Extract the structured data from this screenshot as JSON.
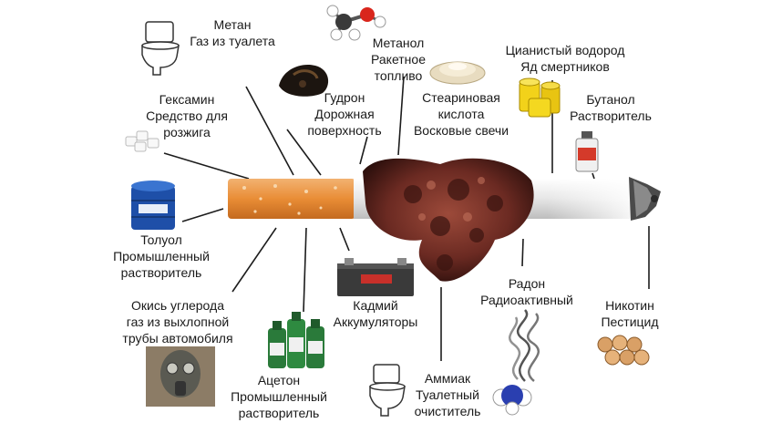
{
  "colors": {
    "line": "#1c1c1c",
    "filter": "#e9903a",
    "paper": "#f4f4f4",
    "lung": "#6b2a22"
  },
  "labels": {
    "methane": [
      "Метан",
      "Газ из туалета"
    ],
    "methanol": [
      "Метанол",
      "Ракетное",
      "топливо"
    ],
    "hcn": [
      "Цианистый водород",
      "Яд смертников"
    ],
    "hexamine": [
      "Гексамин",
      "Средство для",
      "розжига"
    ],
    "tar": [
      "Гудрон",
      "Дорожная",
      "поверхность"
    ],
    "stearic": [
      "Стеариновая",
      "кислота",
      "Восковые свечи"
    ],
    "butanol": [
      "Бутанол",
      "Растворитель"
    ],
    "toluene": [
      "Толуол",
      "Промышленный",
      "растворитель"
    ],
    "cadmium": [
      "Кадмий",
      "Аккумуляторы"
    ],
    "radon": [
      "Радон",
      "Радиоактивный"
    ],
    "nicotine": [
      "Никотин",
      "Пестицид"
    ],
    "co": [
      "Окись углерода",
      "газ из выхлопной",
      "трубы автомобиля"
    ],
    "acetone": [
      "Ацетон",
      "Промышленный",
      "растворитель"
    ],
    "ammonia": [
      "Аммиак",
      "Туалетный",
      "очиститель"
    ]
  },
  "icons": {
    "toilet_top": "toilet-icon",
    "methanol_molecule": "methanol-molecule-icon",
    "tar_lump": "tar-lump-icon",
    "stearic_powder": "stearic-powder-icon",
    "cyanide_cans": "cyanide-cans-icon",
    "butanol_bottle": "butanol-bottle-icon",
    "hexamine_tablets": "hexamine-tablets-icon",
    "toluene_drum": "toluene-drum-icon",
    "battery": "battery-icon",
    "acetone_bottles": "acetone-bottles-icon",
    "gas_mask": "gas-mask-icon",
    "toilet_bottom": "toilet-icon",
    "ammonia_molecule": "ammonia-molecule-icon",
    "radon_smoke": "radon-smoke-icon",
    "nicotine_bundle": "nicotine-bundle-icon",
    "cigarette": "cigarette-icon",
    "lung": "lung-icon"
  }
}
